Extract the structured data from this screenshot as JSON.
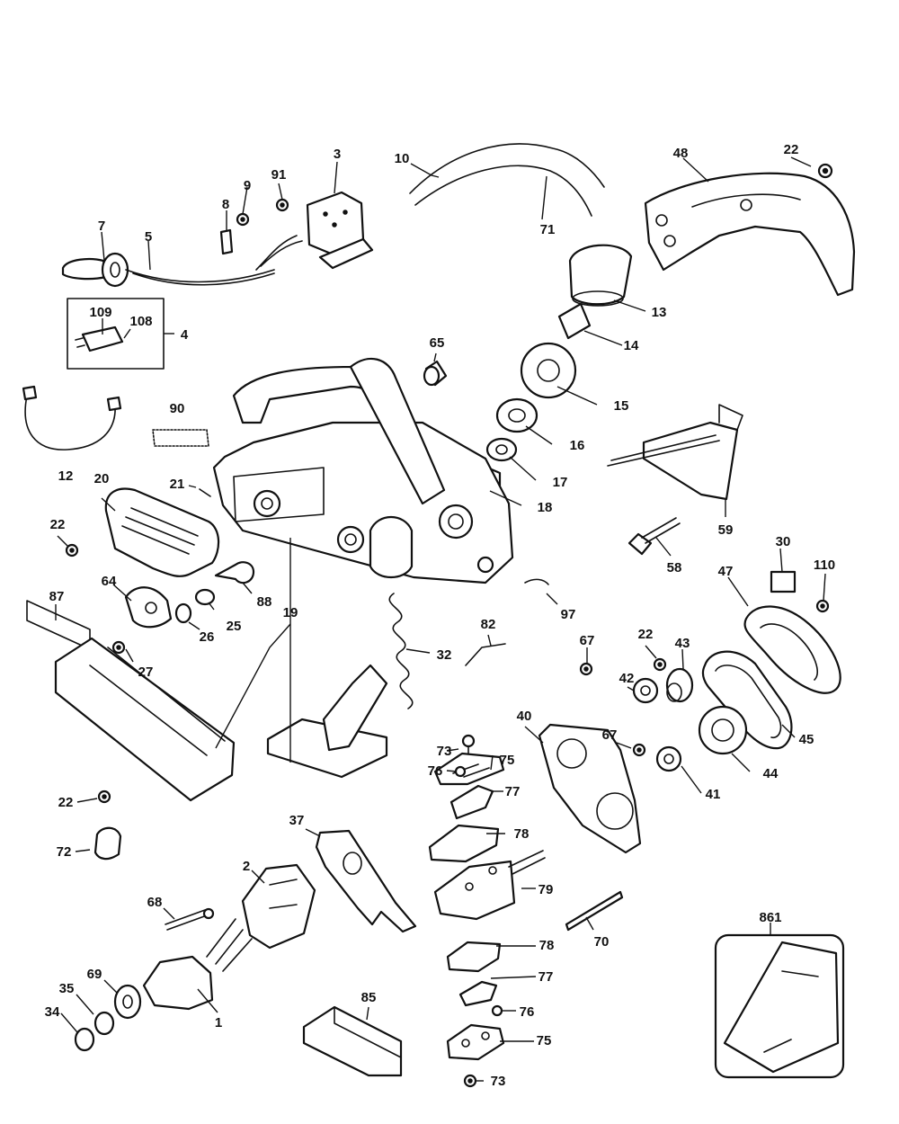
{
  "labels": {
    "p3": "3",
    "p10": "10",
    "p71": "71",
    "p48": "48",
    "p22a": "22",
    "p9": "9",
    "p91": "91",
    "p8": "8",
    "p7": "7",
    "p5": "5",
    "p13": "13",
    "p14": "14",
    "p109": "109",
    "p108": "108",
    "p4": "4",
    "p65": "65",
    "p15": "15",
    "p90": "90",
    "p16": "16",
    "p17": "17",
    "p18": "18",
    "p12": "12",
    "p20": "20",
    "p21": "21",
    "p59": "59",
    "p22b": "22",
    "p58": "58",
    "p30": "30",
    "p110": "110",
    "p47": "47",
    "p64": "64",
    "p88": "88",
    "p19": "19",
    "p87": "87",
    "p25": "25",
    "p26": "26",
    "p97": "97",
    "p27": "27",
    "p32": "32",
    "p82": "82",
    "p67a": "67",
    "p22c": "22",
    "p43": "43",
    "p42": "42",
    "p73a": "73",
    "p40": "40",
    "p75a": "75",
    "p67b": "67",
    "p45": "45",
    "p76a": "76",
    "p77a": "77",
    "p41": "41",
    "p44": "44",
    "p22d": "22",
    "p72": "72",
    "p37": "37",
    "p78a": "78",
    "p2": "2",
    "p79": "79",
    "p68": "68",
    "p70": "70",
    "p861": "861",
    "p78b": "78",
    "p69": "69",
    "p77b": "77",
    "p35": "35",
    "p85": "85",
    "p76b": "76",
    "p34": "34",
    "p1": "1",
    "p75b": "75",
    "p73b": "73"
  }
}
